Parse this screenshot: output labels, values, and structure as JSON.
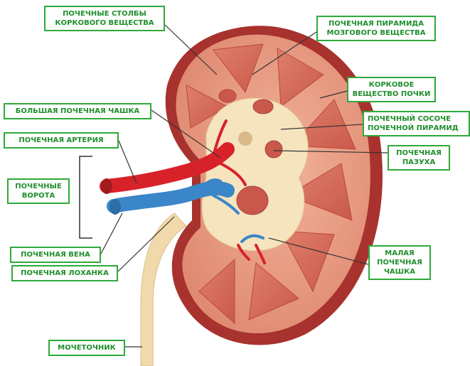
{
  "labels": {
    "cortical_columns": [
      "ПОЧЕЧНЫЕ СТОЛБЫ",
      "КОРКОВОГО ВЕЩЕСТВА"
    ],
    "medullary_pyramid": [
      "ПОЧЕЧНАЯ ПИРАМИДА",
      "МОЗГОВОГО ВЕЩЕСТВА"
    ],
    "cortex": [
      "КОРКОВОЕ",
      "ВЕЩЕСТВО ПОЧКИ"
    ],
    "renal_papilla": [
      "ПОЧЕЧНЫЙ СОСОЧЕ",
      "ПОЧЕЧНОЙ ПИРАМИД"
    ],
    "major_calyx": "БОЛЬШАЯ ПОЧЕЧНАЯ ЧАШКА",
    "renal_artery": "ПОЧЕЧНАЯ АРТЕРИЯ",
    "renal_sinus": [
      "ПОЧЕЧНАЯ",
      "ПАЗУХА"
    ],
    "renal_hilum": [
      "ПОЧЕЧНЫЕ",
      "ВОРОТА"
    ],
    "renal_vein": "ПОЧЕЧНАЯ ВЕНА",
    "renal_pelvis": "ПОЧЕЧНАЯ ЛОХАНКА",
    "minor_calyx": [
      "МАЛАЯ",
      "ПОЧЕЧНАЯ",
      "ЧАШКА"
    ],
    "ureter": "МОЧЕТОЧНИК"
  },
  "colors": {
    "accent": "#2eaa3a",
    "capsule": "#a8322d",
    "cortex": "#e79a80",
    "medulla": "#d46a5a",
    "sinus": "#f6e4bf",
    "artery": "#d8222a",
    "vein": "#3a86c8",
    "ureter": "#f2d9ac"
  }
}
